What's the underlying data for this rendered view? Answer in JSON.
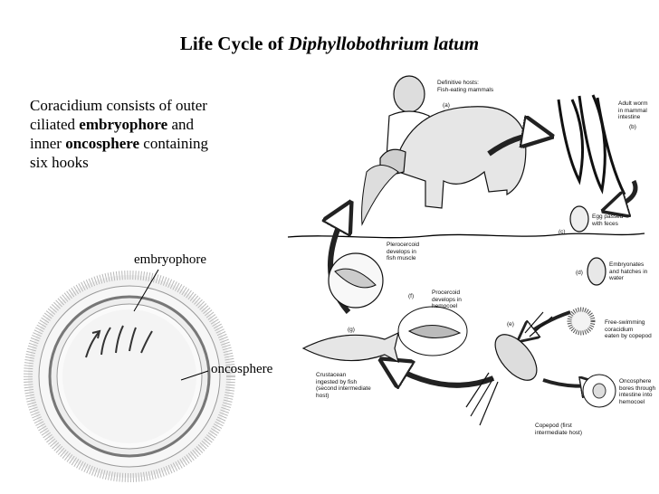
{
  "title": {
    "prefix": "Life Cycle of ",
    "species": "Diphyllobothrium latum"
  },
  "description": {
    "line1": "Coracidium consists of outer",
    "line2_prefix": "ciliated ",
    "line2_bold": "embryophore",
    "line2_suffix": " and",
    "line3_prefix": "inner ",
    "line3_bold": "oncosphere",
    "line3_suffix": " containing",
    "line4": "six hooks"
  },
  "labels": {
    "embryophore": "embryophore",
    "oncosphere": "oncosphere"
  },
  "diagram": {
    "definitive_hosts": [
      "Definitive hosts:",
      "Fish-eating mammals"
    ],
    "stage_a": "(a)",
    "adult_worm": [
      "Adult worm",
      "in mammal",
      "intestine"
    ],
    "stage_b": "(b)",
    "egg_passed": [
      "Egg passed",
      "with feces"
    ],
    "stage_c": "(c)",
    "embryonates": [
      "Embryonates",
      "and hatches in",
      "water"
    ],
    "stage_d": "(d)",
    "free_swimming": [
      "Free-swimming",
      "coracidium",
      "eaten by copepod"
    ],
    "stage_e": "(e)",
    "oncosphere_bores": [
      "Oncosphere",
      "bores through",
      "intestine into",
      "hemocoel"
    ],
    "copepod": [
      "Copepod (first",
      "intermediate host)"
    ],
    "procercoid": [
      "Procercoid",
      "develops in",
      "hemocoel"
    ],
    "stage_f": "(f)",
    "plerocercoid": [
      "Plerocercoid",
      "develops in",
      "fish muscle"
    ],
    "stage_g": "(g)",
    "crustacean": [
      "Crustacean",
      "ingested by fish",
      "(second intermediate",
      "host)"
    ]
  }
}
